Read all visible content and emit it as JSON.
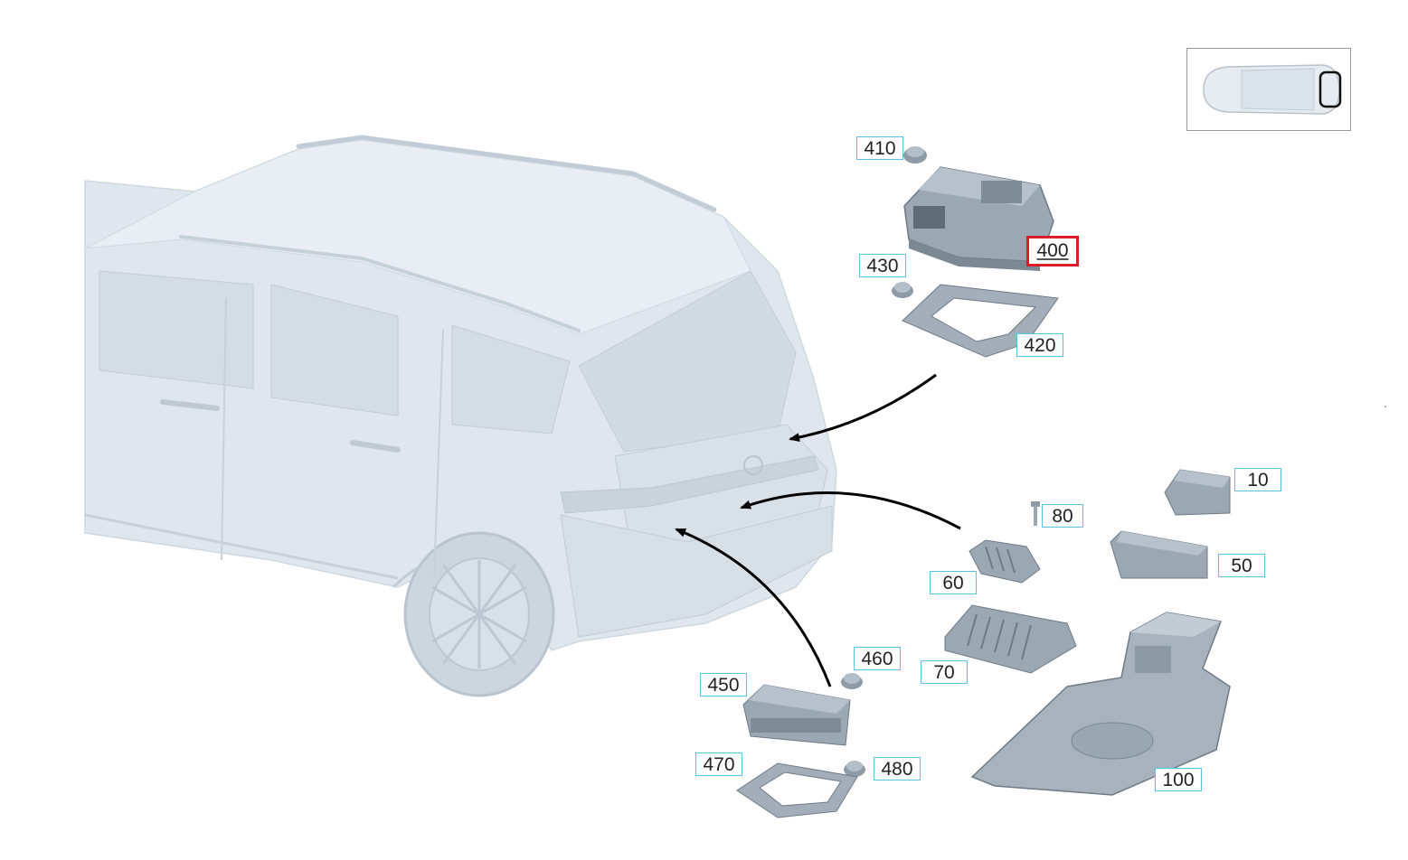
{
  "diagram": {
    "colors": {
      "car_body": "#dde5ec",
      "car_shade": "#c9d3dc",
      "part": "#9ba7b3",
      "part_dark": "#6e7a86",
      "callout_border": "#57c3e6",
      "selected_border": "#d91e2a",
      "arrow": "#000000"
    },
    "selected_part": "400",
    "callouts": [
      {
        "id": "410",
        "label": "410"
      },
      {
        "id": "400",
        "label": "400"
      },
      {
        "id": "430",
        "label": "430"
      },
      {
        "id": "420",
        "label": "420"
      },
      {
        "id": "10",
        "label": "10"
      },
      {
        "id": "80",
        "label": "80"
      },
      {
        "id": "50",
        "label": "50"
      },
      {
        "id": "60",
        "label": "60"
      },
      {
        "id": "70",
        "label": "70"
      },
      {
        "id": "460",
        "label": "460"
      },
      {
        "id": "450",
        "label": "450"
      },
      {
        "id": "470",
        "label": "470"
      },
      {
        "id": "480",
        "label": "480"
      },
      {
        "id": "100",
        "label": "100"
      }
    ]
  }
}
